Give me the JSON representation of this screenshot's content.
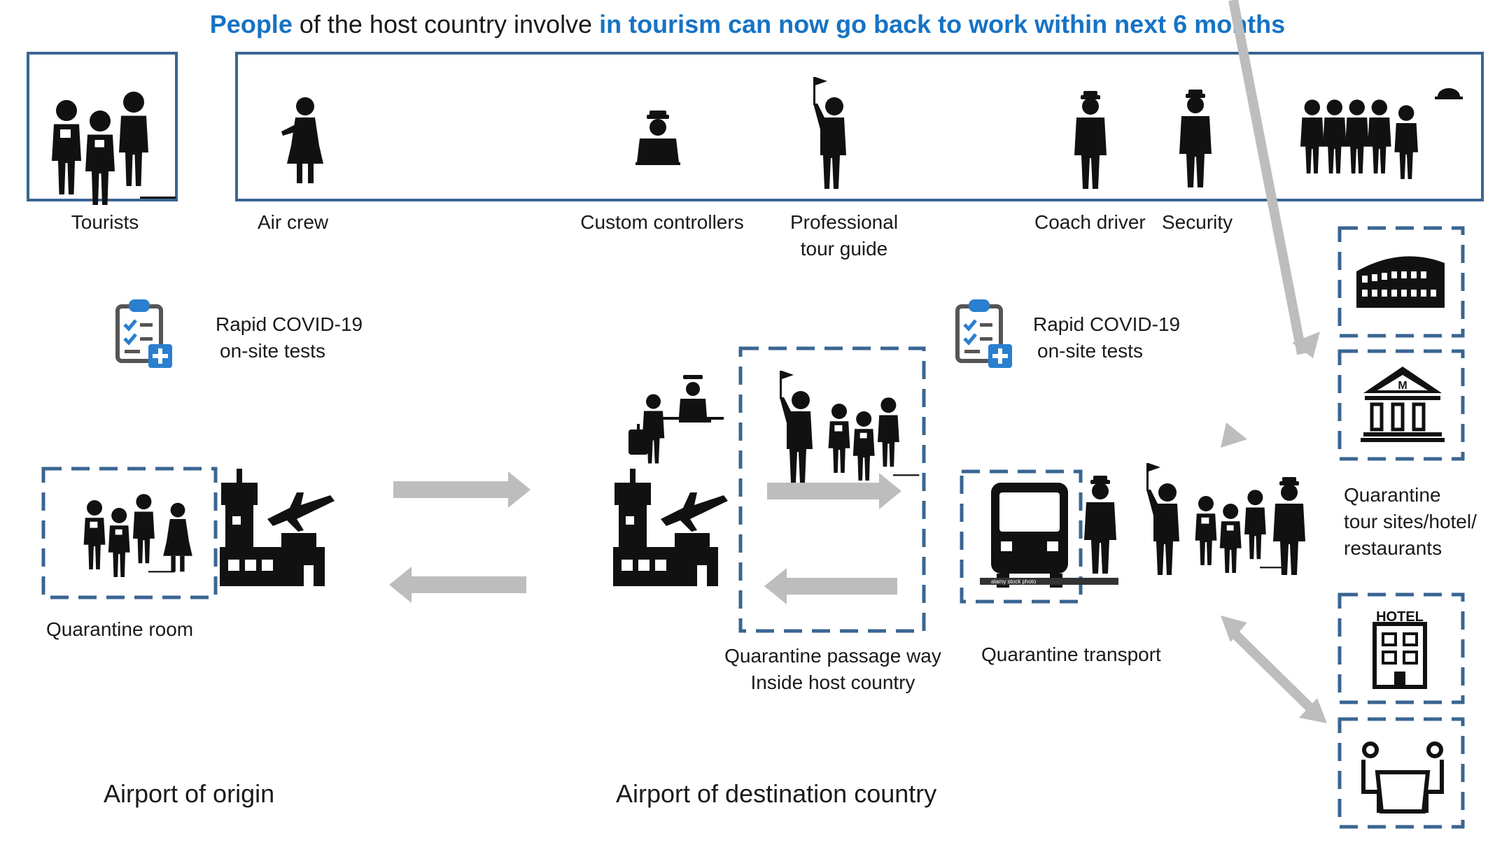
{
  "title": {
    "part1": "People",
    "part2": " of the host country involve ",
    "part3": "in tourism can now go back to work within next 6 months"
  },
  "roles": {
    "tourists": "Tourists",
    "air_crew": "Air crew",
    "custom_controllers": "Custom controllers",
    "tour_guide_line1": "Professional",
    "tour_guide_line2": "tour guide",
    "coach_driver": "Coach driver",
    "security": "Security"
  },
  "tests": {
    "line1": "Rapid COVID-19",
    "line2": "on-site tests"
  },
  "labels": {
    "quarantine_room": "Quarantine room",
    "passage_line1": "Quarantine passage way",
    "passage_line2": "Inside host country",
    "transport": "Quarantine transport",
    "sites_line1": "Quarantine",
    "sites_line2": "tour sites/hotel/",
    "sites_line3": "restaurants",
    "airport_origin": "Airport of origin",
    "airport_destination": "Airport of destination country",
    "hotel_sign": "HOTEL",
    "museum_letter": "M",
    "stock_watermark": "alamy stock photo"
  },
  "colors": {
    "accent_blue": "#1673c4",
    "frame_blue": "#3a6592",
    "arrow_gray": "#bdbdbd",
    "icon_black": "#111111"
  },
  "icons": [
    "tourists-icon",
    "air-crew-icon",
    "custom-controller-icon",
    "tour-guide-icon",
    "coach-driver-icon",
    "security-icon",
    "hospitality-staff-icon",
    "clipboard-test-icon",
    "airport-icon",
    "bus-icon",
    "colosseum-icon",
    "museum-icon",
    "hotel-icon",
    "restaurant-icon"
  ]
}
